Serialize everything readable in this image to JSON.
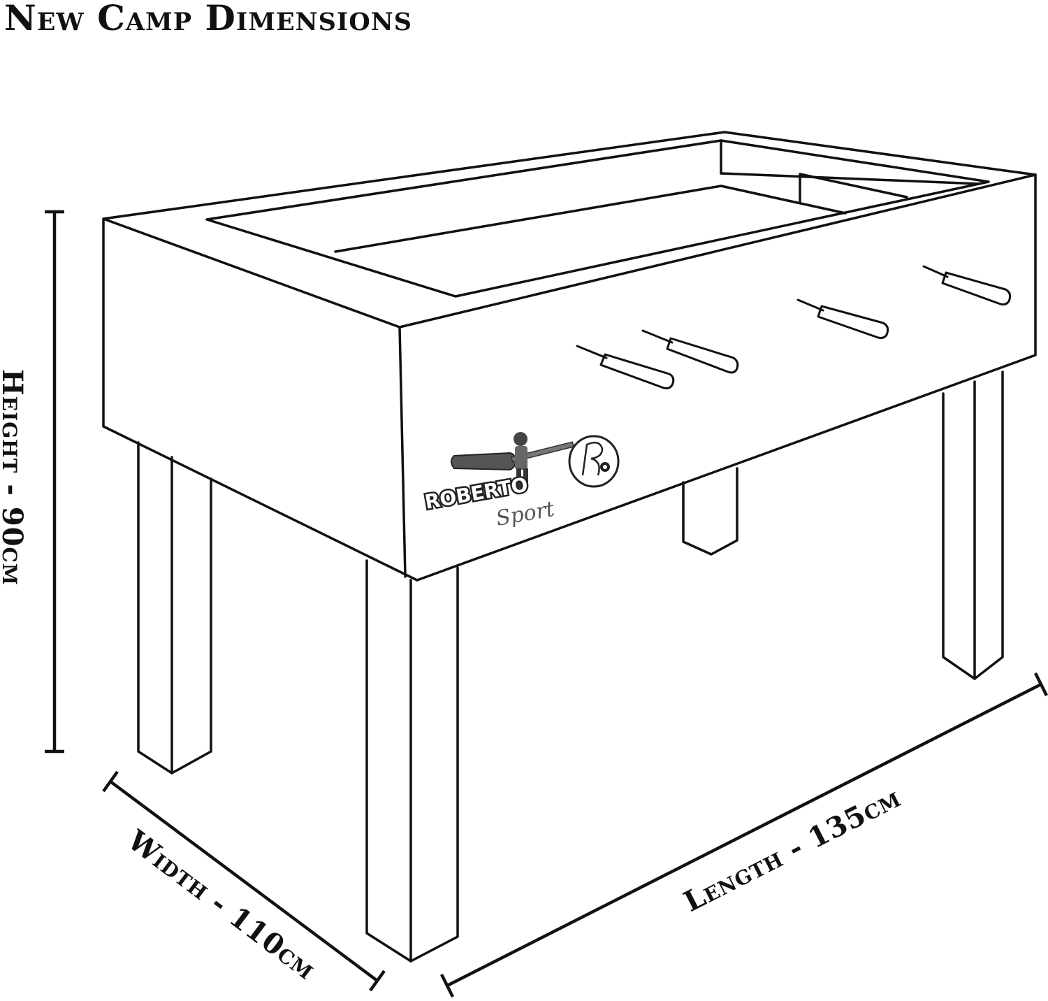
{
  "title": "New Camp Dimensions",
  "dimensions": {
    "height": "Height - 90cm",
    "width": "Width - 110cm",
    "length": "Length - 135cm"
  },
  "logo": {
    "brand": "ROBERTO",
    "script": "Sport"
  }
}
